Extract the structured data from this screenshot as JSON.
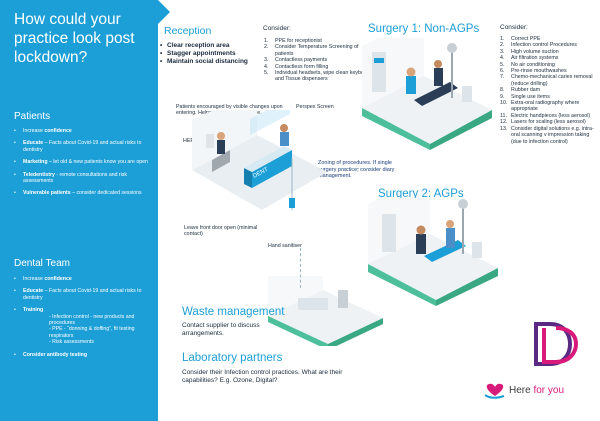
{
  "title": "How could your practice look post lockdown?",
  "patients": {
    "heading": "Patients",
    "items": [
      {
        "pre": "Increase ",
        "bold": "confidence",
        "post": ""
      },
      {
        "pre": "",
        "bold": "Educate",
        "post": " – Facts about Covid-19 and actual risks to dentistry"
      },
      {
        "pre": "",
        "bold": "Marketing",
        "post": " – let old & new patients know you are open"
      },
      {
        "pre": "",
        "bold": "Teledentistry",
        "post": " - remote consultations and risk assessments"
      },
      {
        "pre": "",
        "bold": "Vulnerable patients",
        "post": " – consider dedicated sessions"
      }
    ]
  },
  "dental_team": {
    "heading": "Dental Team",
    "items": [
      {
        "pre": "Increase ",
        "bold": "confidence",
        "post": ""
      },
      {
        "pre": "",
        "bold": "Educate",
        "post": " – Facts about Covid-19 and actual risks to dentistry"
      },
      {
        "pre": "",
        "bold": "Training",
        "post": ""
      },
      {
        "pre": "",
        "bold": "Consider antibody testing",
        "post": ""
      }
    ],
    "training_sub": [
      "- Infection control - new products and procedures",
      "- PPE - “donning & doffing”, fit testing respirators",
      "- Risk assessments"
    ]
  },
  "reception": {
    "heading": "Reception",
    "bullets": [
      "Clear reception area",
      "Stagger appointments",
      "Maintain social distancing"
    ],
    "consider_label": "Consider:",
    "consider": [
      "PPE for receptionist",
      "Consider Temperature Screening of patients",
      "Contactless payments",
      "Contactless form filling",
      "Individual headsets, wipe clean keyboards and Tissue dispensers"
    ]
  },
  "reception_notes": {
    "patients_encouraged": "Patients encouraged by visible changes upon entering. Helps increase confidence.",
    "perspex": "Perspex Screen",
    "hepa": "HEPA filter",
    "door": "Leave front door open (minimal contact)",
    "sanitiser": "Hand sanitiser",
    "zoning": "Zoning of procedures. If single surgery practice, consider diary management."
  },
  "surgery1": {
    "heading": "Surgery 1: Non-AGPs",
    "consider_label": "Consider:",
    "items": [
      "Correct PPE",
      "Infection control Procedures",
      "High volume suction",
      "Air filtration systems",
      "No air conditioning",
      "Pre-rinse mouthwashes",
      "Chemo-mechanical caries removal (reduce drilling)",
      "Rubber dam",
      "Single use items",
      "Extra-oral radiography where appropriate",
      "Electric handpieces (less aerosol)",
      "Lasers for scaling (less aerosol)",
      "Consider digital solutions e.g. intra-oral scanning v impression taking (due to infection control)"
    ]
  },
  "surgery2": {
    "heading": "Surgery 2: AGPs"
  },
  "waste": {
    "heading": "Waste management",
    "body": "Contact supplier to discuss arrangements."
  },
  "lab": {
    "heading": "Laboratory partners",
    "body": "Consider their Infection control practices. What are their capabilities? E.g. Ozone, Digital?"
  },
  "logo": {
    "here": "Here ",
    "for_you": "for you"
  },
  "reception_sign": "DENT",
  "colors": {
    "blue": "#1c9ed6",
    "navy": "#1a2b3c",
    "pink": "#d81b7a",
    "purple": "#5a2a82",
    "green": "#4dbf9a"
  }
}
